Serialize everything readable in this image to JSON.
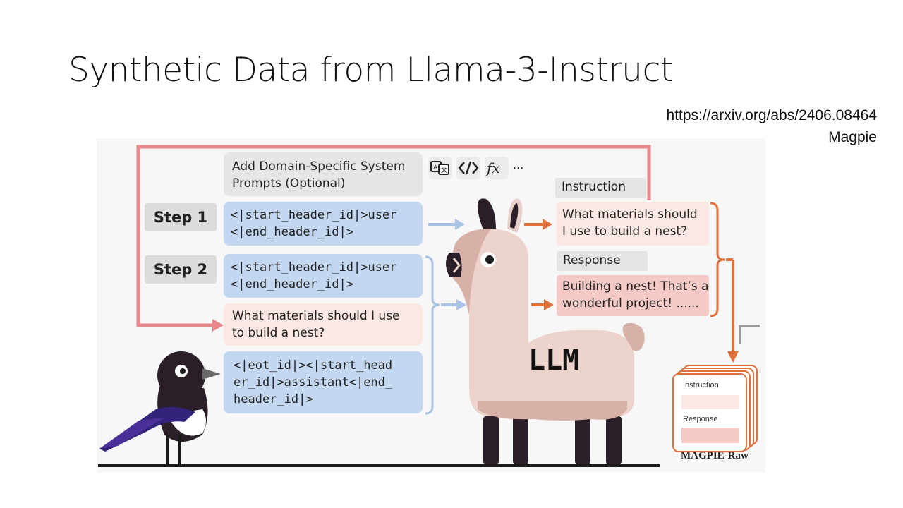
{
  "slide": {
    "title": "Synthetic Data from Llama-3-Instruct",
    "reference_url": "https://arxiv.org/abs/2406.08464",
    "reference_name": "Magpie"
  },
  "figure": {
    "system_prompt_box": {
      "line1": "Add Domain-Specific System",
      "line2": "Prompts (Optional)"
    },
    "icons": [
      "translate-icon",
      "code-icon",
      "function-icon",
      "ellipsis-icon"
    ],
    "ellipsis": "...",
    "step1": {
      "label": "Step 1",
      "template_line1": "<|start_header_id|>user",
      "template_line2": "<|end_header_id|>"
    },
    "step2": {
      "label": "Step 2",
      "template_line1": "<|start_header_id|>user",
      "template_line2": "<|end_header_id|>",
      "instruction_line1": "What materials should I use",
      "instruction_line2": "to build a nest?",
      "assistant_line1": "<|eot_id|><|start_head",
      "assistant_line2": "er_id|>assistant<|end_",
      "assistant_line3": "header_id|>"
    },
    "llm_label": "LLM",
    "output": {
      "instruction_label": "Instruction",
      "instruction_line1": "What materials should",
      "instruction_line2": "I use to build a nest?",
      "response_label": "Response",
      "response_line1": "Building a nest! That’s a",
      "response_line2": "wonderful project! ......"
    },
    "dataset": {
      "instruction_label": "Instruction",
      "response_label": "Response",
      "name": "MAGPIE-Raw"
    },
    "colors": {
      "loop_arrow": "#e8868b",
      "output_arrow": "#e0703a",
      "blue_box": "#c4d7f1",
      "pink_box": "#f4c9c6"
    }
  }
}
